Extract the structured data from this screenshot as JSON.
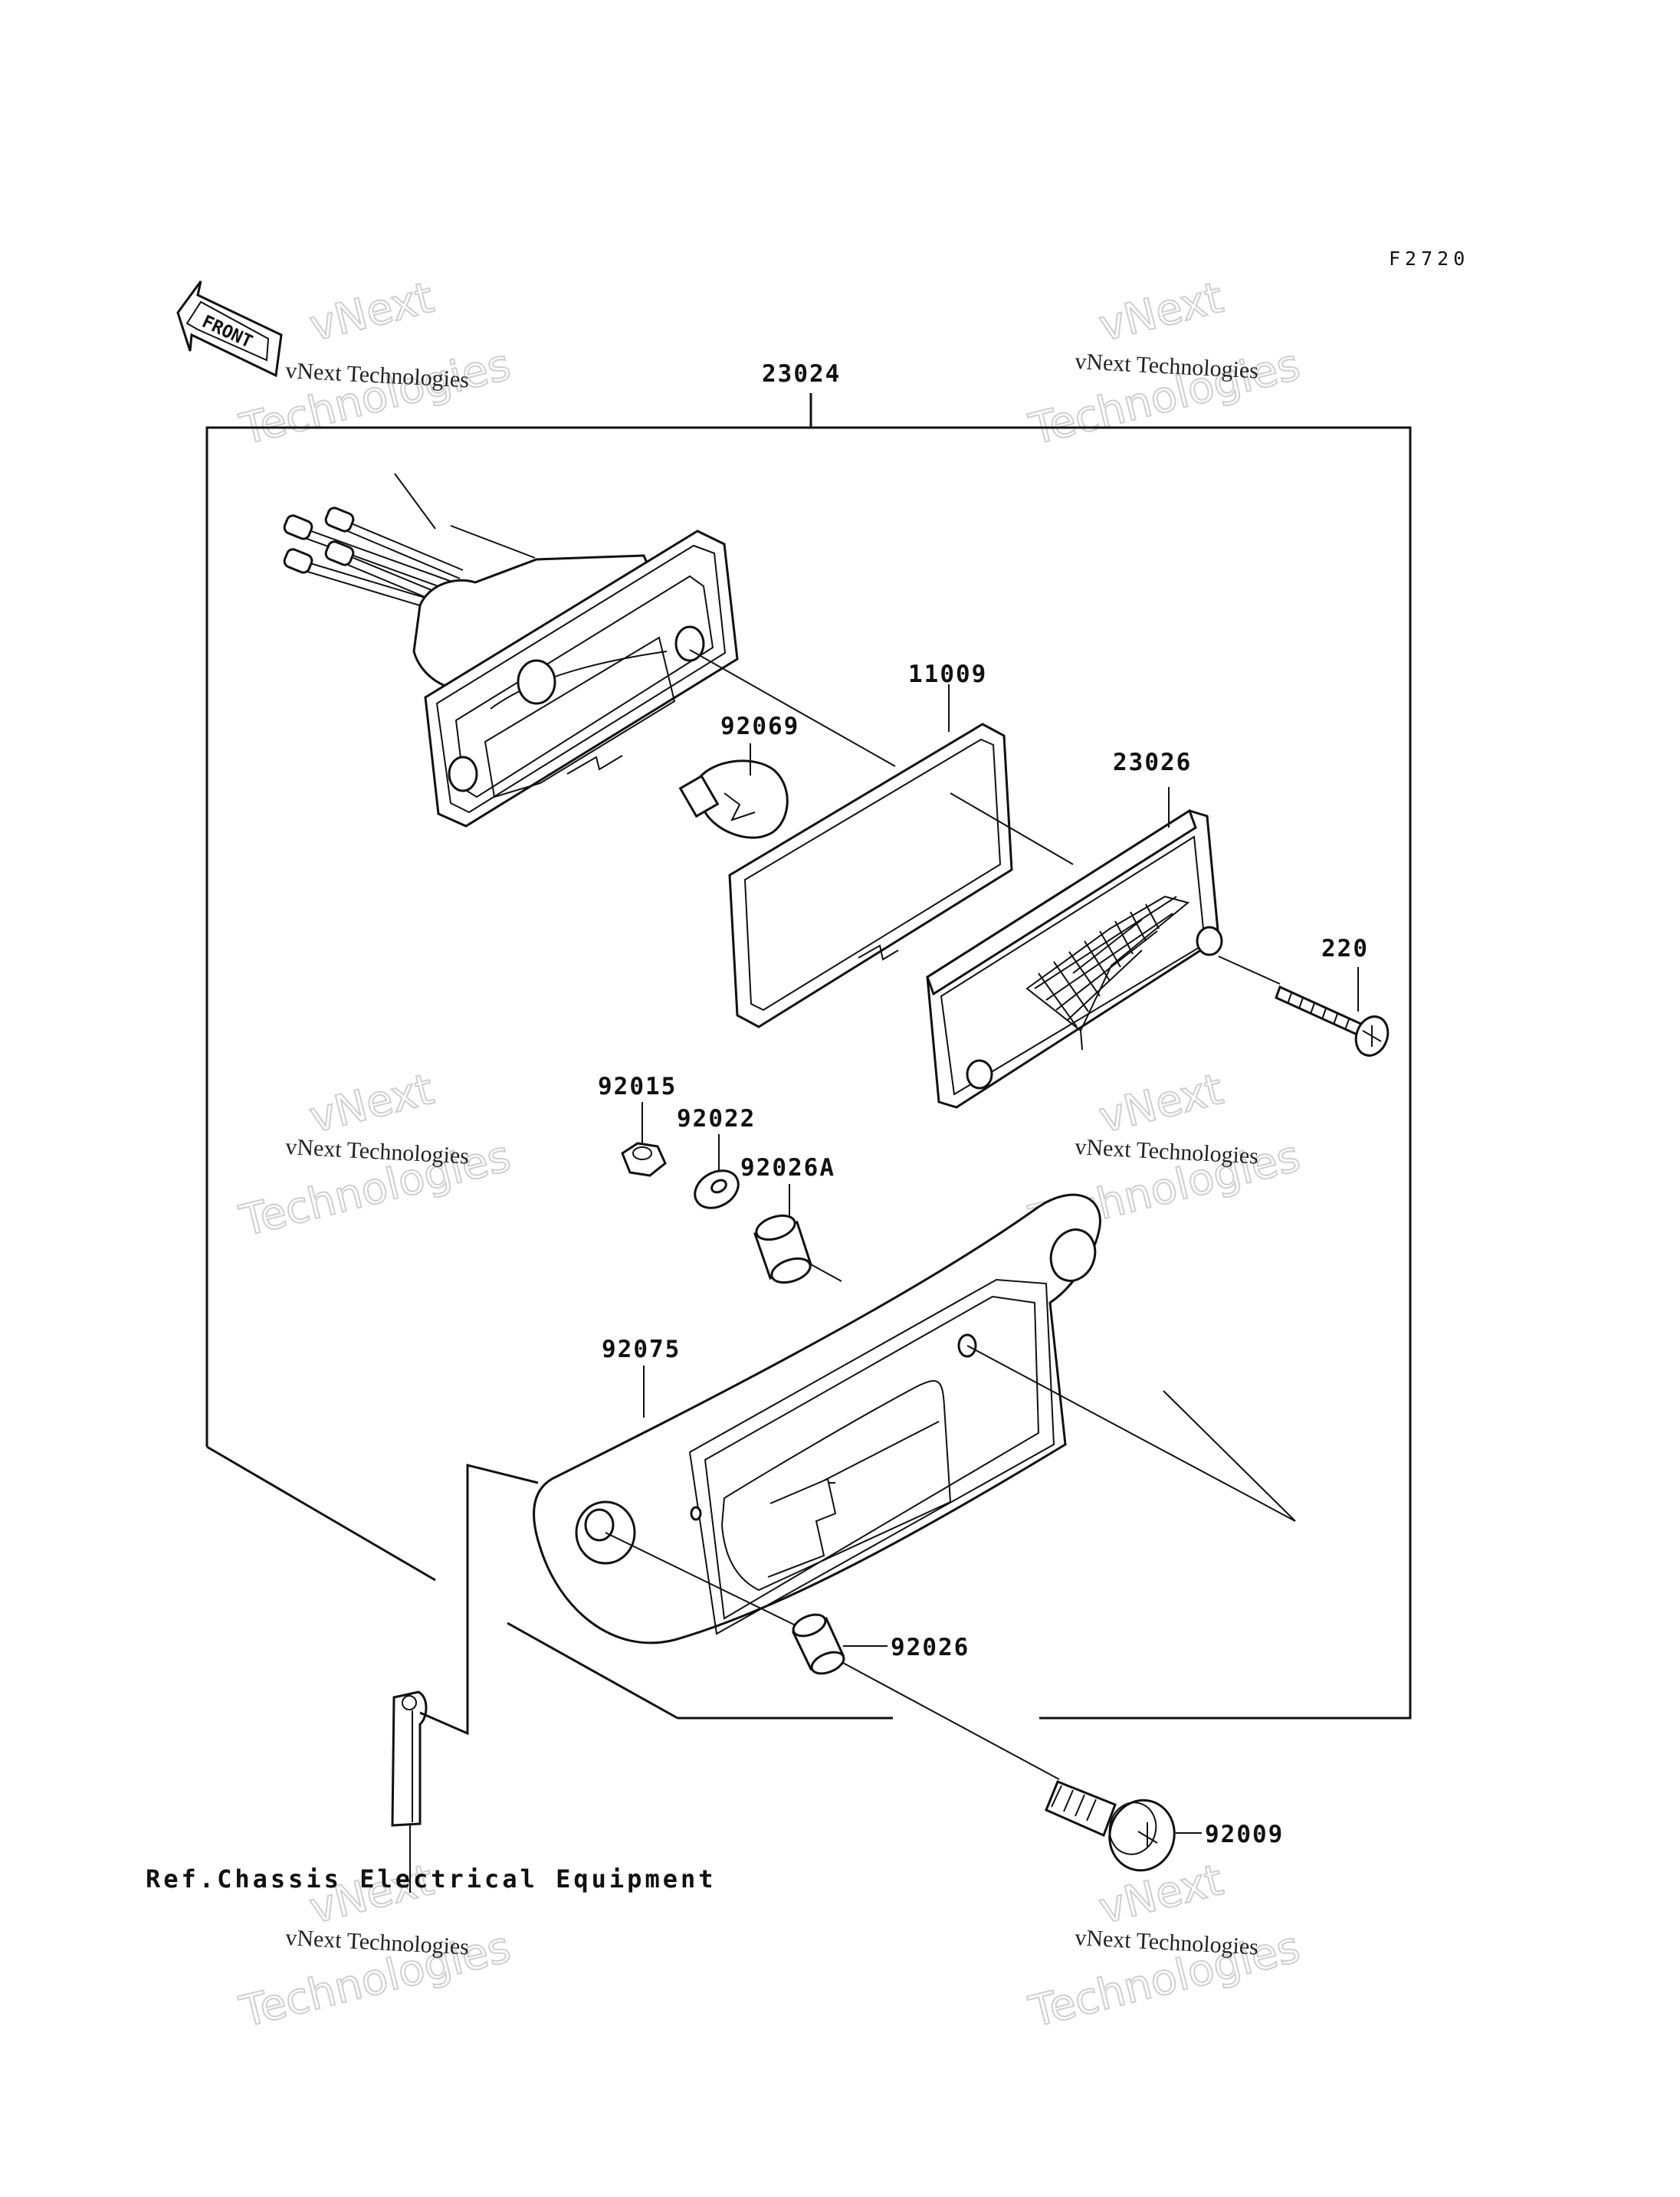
{
  "diagram": {
    "code": "F2720",
    "front_label": "FRONT",
    "reference": "Ref.Chassis Electrical Equipment",
    "parts": [
      {
        "number": "23024"
      },
      {
        "number": "11009"
      },
      {
        "number": "92069"
      },
      {
        "number": "23026"
      },
      {
        "number": "220"
      },
      {
        "number": "92015"
      },
      {
        "number": "92022"
      },
      {
        "number": "92026A"
      },
      {
        "number": "92075"
      },
      {
        "number": "92026"
      },
      {
        "number": "92009"
      }
    ]
  },
  "watermark": {
    "line1": "vNext",
    "line2": "vNext Technologies",
    "line3": "Technologies"
  }
}
